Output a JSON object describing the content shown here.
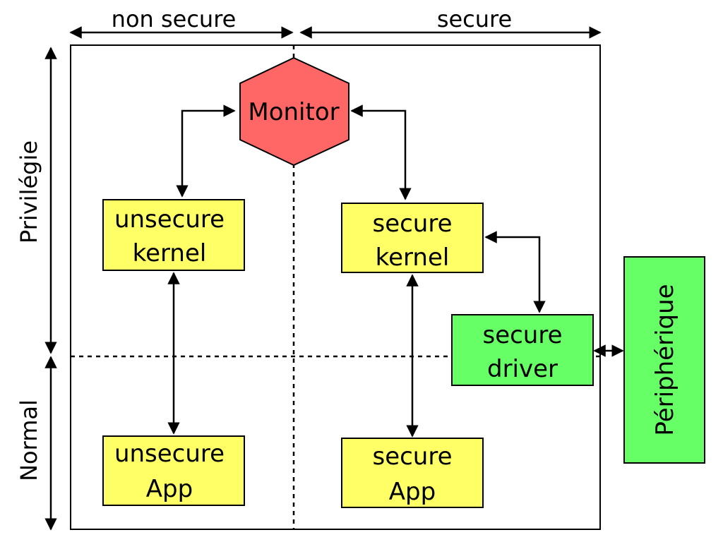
{
  "header": {
    "non_secure_label": "non secure",
    "secure_label": "secure"
  },
  "side": {
    "privileged_label": "Privilégie",
    "normal_label": "Normal"
  },
  "nodes": {
    "monitor": "Monitor",
    "unsecure_kernel": [
      "unsecure",
      "kernel"
    ],
    "secure_kernel": [
      "secure",
      "kernel"
    ],
    "secure_driver": [
      "secure",
      "driver"
    ],
    "unsecure_app": [
      "unsecure",
      "App"
    ],
    "secure_app": [
      "secure",
      "App"
    ],
    "peripheral": "Périphérique"
  },
  "colors": {
    "yellow": "#ffff66",
    "green": "#66ff66",
    "monitor": "#ff6666",
    "stroke": "#000000"
  }
}
